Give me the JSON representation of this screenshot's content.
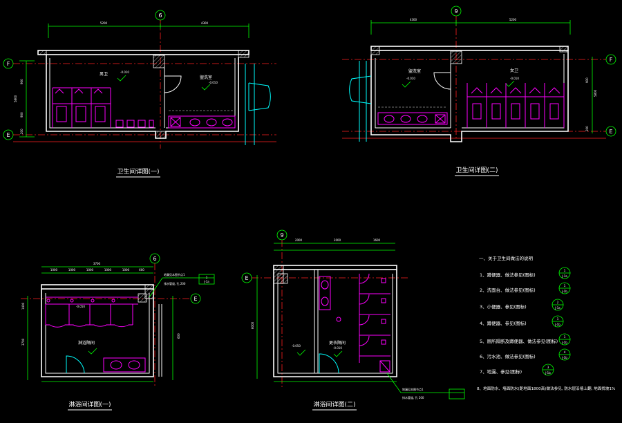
{
  "colors": {
    "wall": "#ffffff",
    "dimension": "#00ff00",
    "fixture": "#ff00ff",
    "door": "#00ffff",
    "axis": "#ff2020"
  },
  "axes": {
    "six": "6",
    "nine": "9",
    "f": "F",
    "e": "E"
  },
  "plan1": {
    "title": "卫生间详图(一)",
    "room_left": "男卫",
    "room_right": "盥洗室",
    "dims_top": [
      "5200",
      "4300"
    ],
    "dims_side": [
      "900",
      "5800",
      "900",
      "200"
    ],
    "elevation_tags": [
      "-0.010",
      "-0.010"
    ]
  },
  "plan2": {
    "title": "卫生间详图(二)",
    "room_left": "盥洗室",
    "room_right": "女卫",
    "dims_top": [
      "4300",
      "5200"
    ],
    "dims_side": [
      "5800",
      "900",
      "200"
    ],
    "elevation_tags": [
      "-0.010",
      "-0.010"
    ]
  },
  "plan3": {
    "title": "淋浴间详图(一)",
    "room": "淋浴隔间",
    "dims_top": [
      "3700"
    ],
    "dims_seg": [
      "1000",
      "1000",
      "1000",
      "1000",
      "1000",
      "600"
    ],
    "dims_side": [
      "1400",
      "3700",
      "600"
    ],
    "elevation_tag": "-0.050",
    "callout_text": "地漏见本图节点1",
    "callout_text2": "排水管道, 孔 200",
    "callout_ref_top": "1",
    "callout_ref_bottom": "J-1a"
  },
  "plan4": {
    "title": "淋浴间详图(二)",
    "room": "更衣隔间",
    "dims_top": [
      "2000",
      "2000",
      "1600"
    ],
    "dims_side": [
      "6000"
    ],
    "elevation_tags": [
      "-0.050",
      "-0.010"
    ],
    "callout_text": "地漏见本图节点1",
    "callout_text2": "排水管道, 孔 200"
  },
  "notes": {
    "heading": "一、关于卫生间做法的说明",
    "items": [
      {
        "text": "1、蹲便器、做法参见(图标)",
        "ref": "1",
        "code": "J-1a"
      },
      {
        "text": "2、洗面台、做法参见(图标)",
        "ref": "1",
        "code": "J-1b"
      },
      {
        "text": "3、小便器、参见(图标)",
        "ref": "2",
        "code": "J-1a"
      },
      {
        "text": "4、蹲便器、参见(图标)",
        "ref": "1",
        "code": "J-1b"
      },
      {
        "text": "5、厕所隔断及蹲便器、做法参见(图标)",
        "ref": "1",
        "code": "J-1b"
      },
      {
        "text": "6、污水池、做法参见(图标)",
        "ref": "4",
        "code": "J-1b"
      },
      {
        "text": "7、地漏、参见(图标)",
        "ref": "3",
        "code": "J-1b"
      }
    ],
    "footer": "8、地面防水、墙面防水(距地面1800高)做法参见, 防水层沿墙上翻, 地面找坡1%"
  }
}
